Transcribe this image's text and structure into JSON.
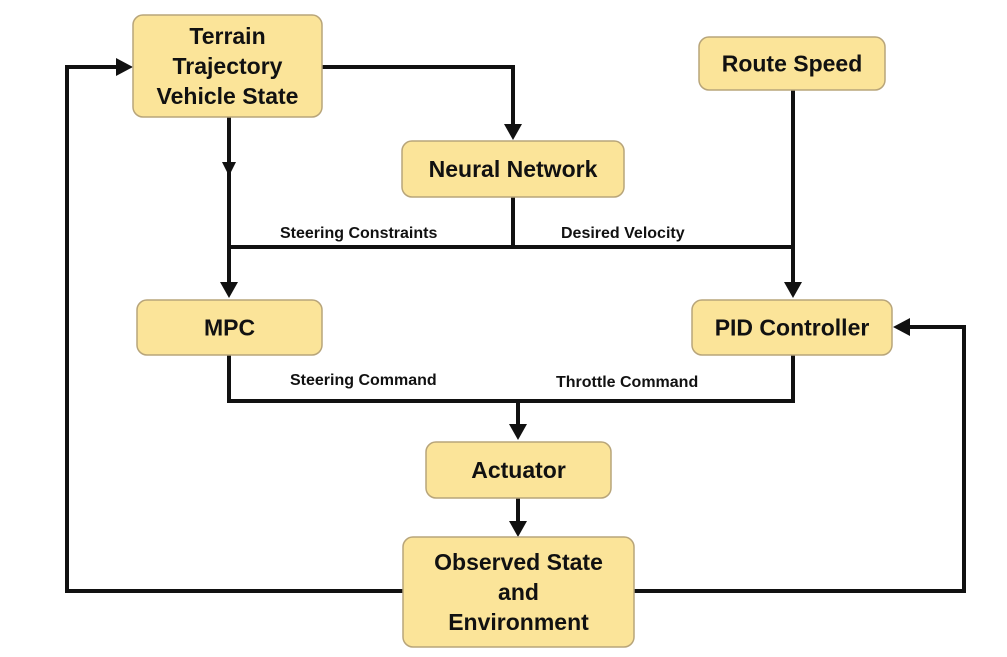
{
  "colors": {
    "node_fill": "#fbe499",
    "node_stroke": "#b8a57a",
    "line": "#111111",
    "background": "#ffffff"
  },
  "nodes": {
    "terrain": [
      "Terrain",
      "Trajectory",
      "Vehicle State"
    ],
    "route_speed": [
      "Route Speed"
    ],
    "neural_network": [
      "Neural Network"
    ],
    "mpc": [
      "MPC"
    ],
    "pid": [
      "PID Controller"
    ],
    "actuator": [
      "Actuator"
    ],
    "observed": [
      "Observed State",
      "and",
      "Environment"
    ]
  },
  "edge_labels": {
    "steering_constraints": "Steering Constraints",
    "desired_velocity": "Desired Velocity",
    "steering_command": "Steering Command",
    "throttle_command": "Throttle Command"
  }
}
